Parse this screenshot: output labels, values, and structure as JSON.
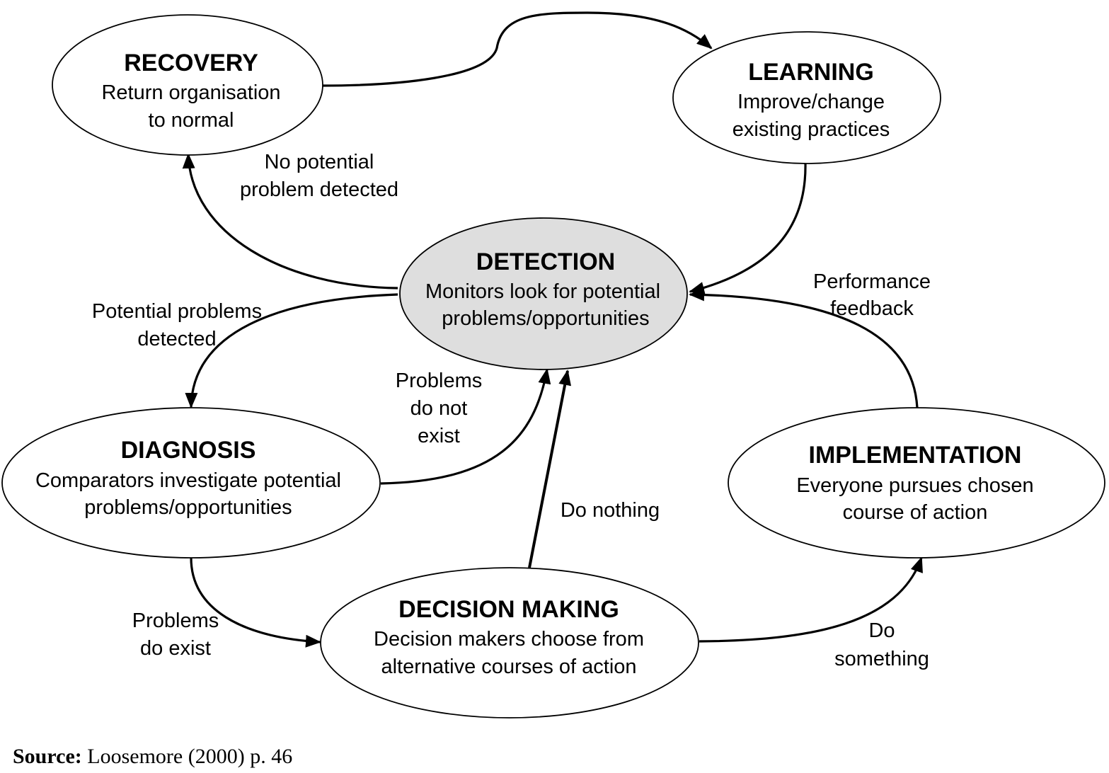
{
  "nodes": {
    "recovery": {
      "title": "RECOVERY",
      "line1": "Return organisation",
      "line2": "to normal"
    },
    "learning": {
      "title": "LEARNING",
      "line1": "Improve/change",
      "line2": "existing practices"
    },
    "detection": {
      "title": "DETECTION",
      "line1": "Monitors look for potential",
      "line2": "problems/opportunities",
      "fill": "#dedede"
    },
    "diagnosis": {
      "title": "DIAGNOSIS",
      "line1": "Comparators investigate potential",
      "line2": "problems/opportunities"
    },
    "implementation": {
      "title": "IMPLEMENTATION",
      "line1": "Everyone pursues chosen",
      "line2": "course of action"
    },
    "decision_making": {
      "title": "DECISION MAKING",
      "line1": "Decision makers choose from",
      "line2": "alternative courses of action"
    }
  },
  "edges": {
    "no_potential": {
      "line1": "No potential",
      "line2": "problem detected"
    },
    "potential_detected": {
      "line1": "Potential problems",
      "line2": "detected"
    },
    "problems_not_exist": {
      "line1": "Problems",
      "line2": "do not",
      "line3": "exist"
    },
    "performance_feedback": {
      "line1": "Performance",
      "line2": "feedback"
    },
    "do_nothing": {
      "line1": "Do nothing"
    },
    "problems_do_exist": {
      "line1": "Problems",
      "line2": "do exist"
    },
    "do_something": {
      "line1": "Do",
      "line2": "something"
    }
  },
  "source": {
    "label": "Source:",
    "text": "Loosemore (2000) p. 46"
  }
}
